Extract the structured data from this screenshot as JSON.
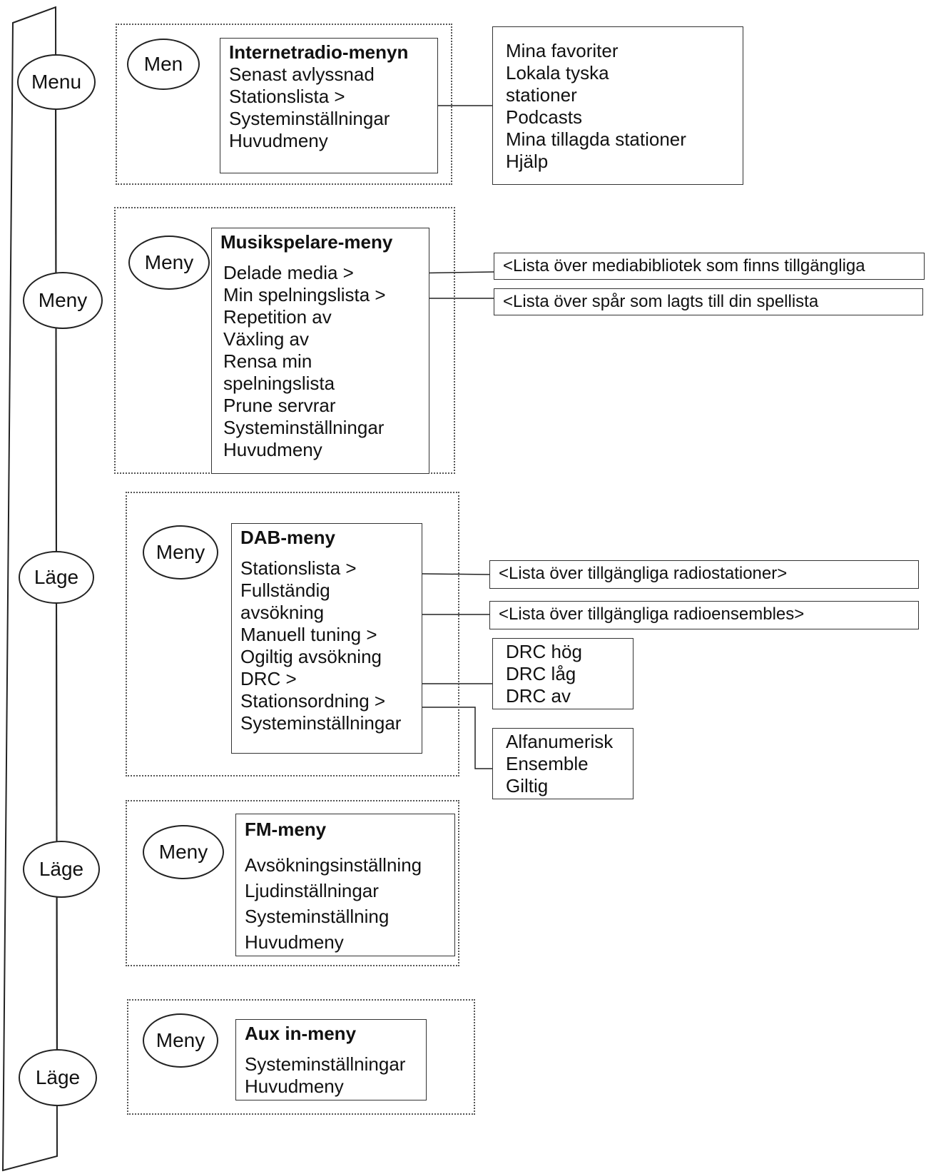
{
  "rail": [
    {
      "label": "Menu"
    },
    {
      "label": "Meny"
    },
    {
      "label": "Läge"
    },
    {
      "label": "Läge"
    },
    {
      "label": "Läge"
    }
  ],
  "internet": {
    "oval": "Men",
    "title": "Internetradio-menyn",
    "items": [
      "Senast avlyssnad",
      "Stationslista >",
      "Systeminställningar",
      "Huvudmeny"
    ],
    "stations": [
      "Mina favoriter",
      "Lokala tyska",
      "stationer",
      "Podcasts",
      "Mina tillagda stationer",
      "Hjälp"
    ]
  },
  "music": {
    "oval": "Meny",
    "title": "Musikspelare-meny",
    "items": [
      "Delade media >",
      "Min spelningslista >",
      "Repetition av",
      "Växling av",
      "Rensa min",
      "spelningslista",
      "Prune servrar",
      "Systeminställningar",
      "Huvudmeny"
    ],
    "shared_label": "<Lista över mediabibliotek som finns tillgängliga",
    "playlist_label": "<Lista över spår som lagts till din spellista"
  },
  "dab": {
    "oval": "Meny",
    "title": "DAB-meny",
    "items": [
      "Stationslista >",
      "Fullständig",
      "avsökning",
      "Manuell tuning >",
      "Ogiltig avsökning",
      "DRC >",
      "Stationsordning >",
      "Systeminställningar"
    ],
    "stations_label": "<Lista över tillgängliga radiostationer>",
    "ensembles_label": "<Lista över tillgängliga radioensembles>",
    "drc": [
      "DRC hög",
      "DRC låg",
      "DRC av"
    ],
    "order": [
      "Alfanumerisk",
      "Ensemble",
      "Giltig"
    ]
  },
  "fm": {
    "oval": "Meny",
    "title": "FM-meny",
    "items": [
      "Avsökningsinställning",
      "Ljudinställningar",
      "Systeminställning",
      "Huvudmeny"
    ]
  },
  "aux": {
    "oval": "Meny",
    "title": "Aux in-meny",
    "items": [
      "Systeminställningar",
      "Huvudmeny"
    ]
  }
}
